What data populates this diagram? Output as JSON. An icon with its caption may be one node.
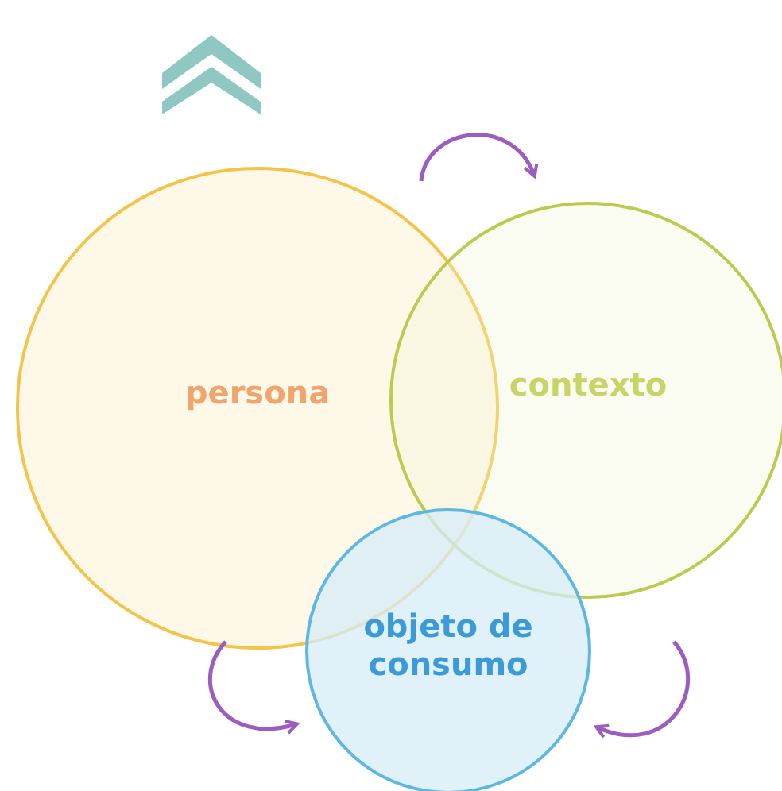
{
  "diagram": {
    "nodes": [
      {
        "text": [
          "persona"
        ]
      },
      {
        "text": [
          "contexto"
        ]
      },
      {
        "text": [
          "objeto de consumo"
        ]
      }
    ],
    "edges": [
      {
        "from": 0,
        "to": 1,
        "arrow": "to"
      },
      {
        "from": 0,
        "to": 2,
        "arrow": "to"
      },
      {
        "from": 1,
        "to": 2,
        "arrow": "to"
      }
    ]
  }
}
